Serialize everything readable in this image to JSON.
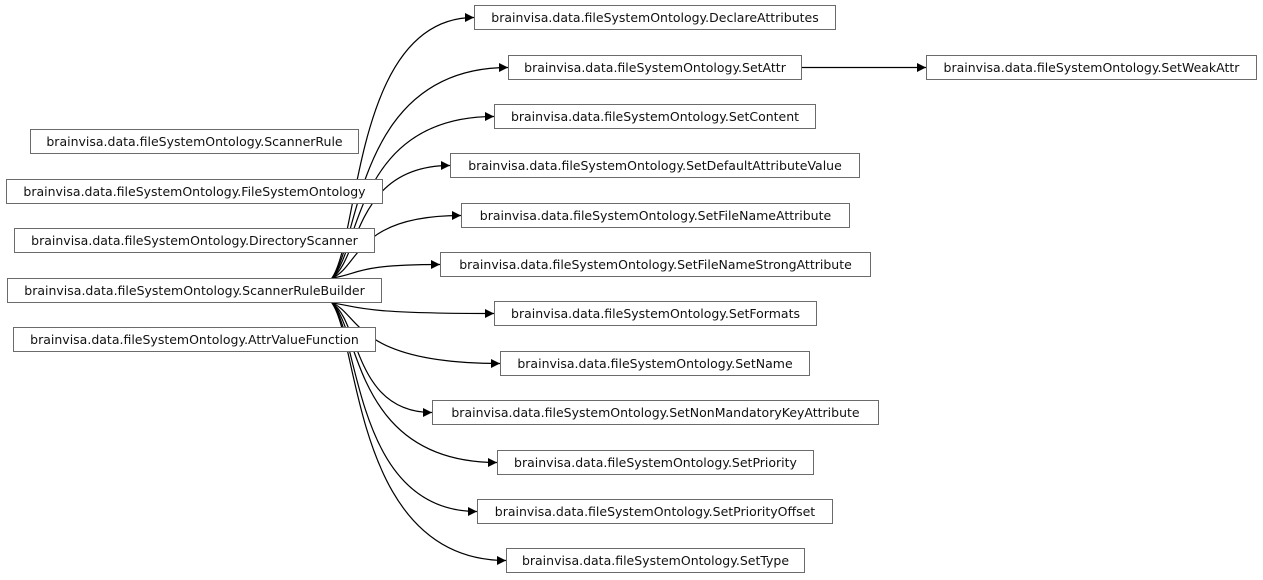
{
  "nodes": [
    {
      "id": "scanner_rule",
      "label": "brainvisa.data.fileSystemOntology.ScannerRule"
    },
    {
      "id": "fso",
      "label": "brainvisa.data.fileSystemOntology.FileSystemOntology"
    },
    {
      "id": "dir_scanner",
      "label": "brainvisa.data.fileSystemOntology.DirectoryScanner"
    },
    {
      "id": "builder",
      "label": "brainvisa.data.fileSystemOntology.ScannerRuleBuilder"
    },
    {
      "id": "attr_value_fn",
      "label": "brainvisa.data.fileSystemOntology.AttrValueFunction"
    },
    {
      "id": "declare_attributes",
      "label": "brainvisa.data.fileSystemOntology.DeclareAttributes"
    },
    {
      "id": "set_attr",
      "label": "brainvisa.data.fileSystemOntology.SetAttr"
    },
    {
      "id": "set_weak_attr",
      "label": "brainvisa.data.fileSystemOntology.SetWeakAttr"
    },
    {
      "id": "set_content",
      "label": "brainvisa.data.fileSystemOntology.SetContent"
    },
    {
      "id": "set_default_attr",
      "label": "brainvisa.data.fileSystemOntology.SetDefaultAttributeValue"
    },
    {
      "id": "set_filename_attr",
      "label": "brainvisa.data.fileSystemOntology.SetFileNameAttribute"
    },
    {
      "id": "set_filename_strong",
      "label": "brainvisa.data.fileSystemOntology.SetFileNameStrongAttribute"
    },
    {
      "id": "set_formats",
      "label": "brainvisa.data.fileSystemOntology.SetFormats"
    },
    {
      "id": "set_name",
      "label": "brainvisa.data.fileSystemOntology.SetName"
    },
    {
      "id": "set_nonmandatory",
      "label": "brainvisa.data.fileSystemOntology.SetNonMandatoryKeyAttribute"
    },
    {
      "id": "set_priority",
      "label": "brainvisa.data.fileSystemOntology.SetPriority"
    },
    {
      "id": "set_priority_offset",
      "label": "brainvisa.data.fileSystemOntology.SetPriorityOffset"
    },
    {
      "id": "set_type",
      "label": "brainvisa.data.fileSystemOntology.SetType"
    }
  ],
  "edges": [
    {
      "from": "builder",
      "to": "declare_attributes"
    },
    {
      "from": "builder",
      "to": "set_attr"
    },
    {
      "from": "set_attr",
      "to": "set_weak_attr"
    },
    {
      "from": "builder",
      "to": "set_content"
    },
    {
      "from": "builder",
      "to": "set_default_attr"
    },
    {
      "from": "builder",
      "to": "set_filename_attr"
    },
    {
      "from": "builder",
      "to": "set_filename_strong"
    },
    {
      "from": "builder",
      "to": "set_formats"
    },
    {
      "from": "builder",
      "to": "set_name"
    },
    {
      "from": "builder",
      "to": "set_nonmandatory"
    },
    {
      "from": "builder",
      "to": "set_priority"
    },
    {
      "from": "builder",
      "to": "set_priority_offset"
    },
    {
      "from": "builder",
      "to": "set_type"
    }
  ]
}
